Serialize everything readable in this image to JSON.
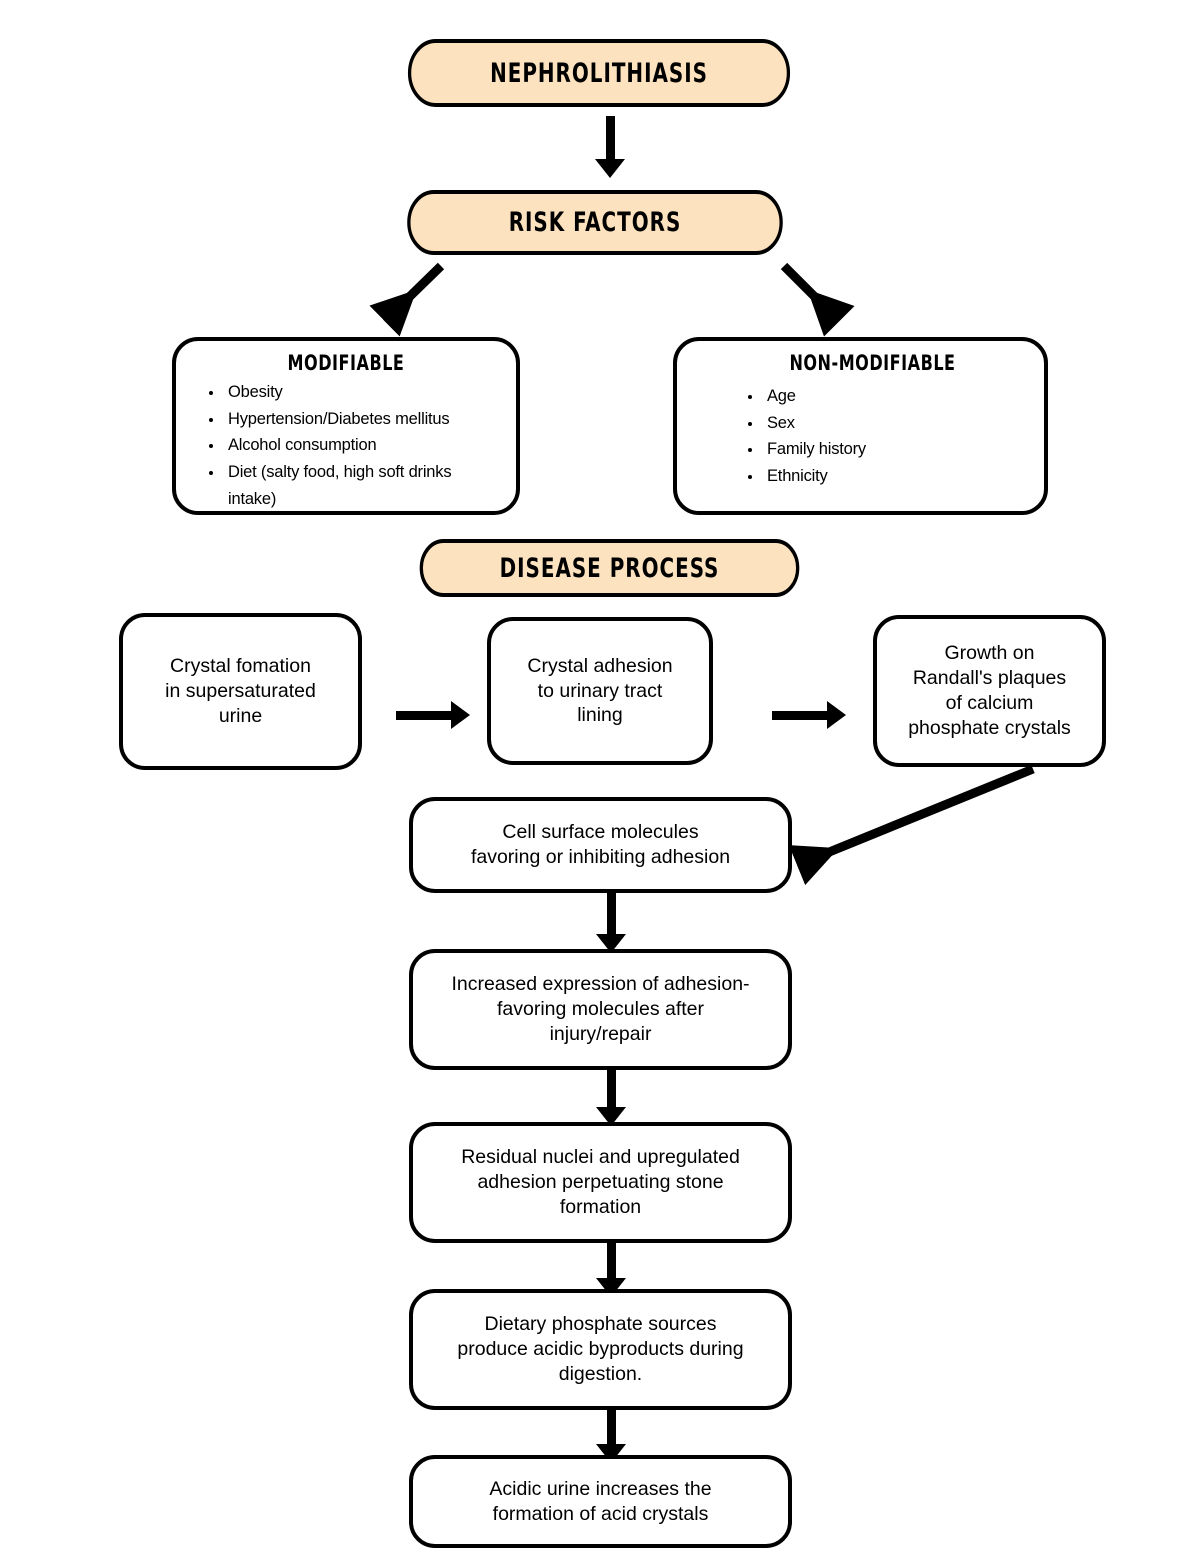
{
  "diagram": {
    "title": "NEPHROLITHIASIS",
    "banners": {
      "root": "NEPHROLITHIASIS",
      "risk_factors": "RISK FACTORS",
      "disease_process": "DISEASE PROCESS"
    },
    "risk_factors": [
      {
        "heading": "MODIFIABLE",
        "items": [
          "Obesity",
          "Hypertension/Diabetes mellitus",
          "Alcohol consumption",
          "Diet (salty food, high soft drinks intake)"
        ]
      },
      {
        "heading": "NON-MODIFIABLE",
        "items": [
          "Age",
          "Sex",
          "Family history",
          "Ethnicity"
        ]
      }
    ],
    "process_row": [
      {
        "line1": "Crystal fomation",
        "line2": "in supersaturated",
        "line3": "urine"
      },
      {
        "line1": "Crystal adhesion",
        "line2": "to urinary tract",
        "line3": "lining"
      },
      {
        "line1": "Growth on",
        "line2": "Randall's plaques",
        "line3": "of calcium",
        "line4": "phosphate crystals"
      }
    ],
    "process_chain": [
      {
        "line1": "Cell surface molecules",
        "line2": "favoring or inhibiting adhesion"
      },
      {
        "line1": "Increased expression of adhesion-",
        "line2": "favoring molecules after",
        "line3": "injury/repair"
      },
      {
        "line1": "Residual nuclei and upregulated",
        "line2": "adhesion perpetuating stone",
        "line3": "formation"
      },
      {
        "line1": "Dietary phosphate sources",
        "line2": "produce acidic byproducts during",
        "line3": "digestion."
      },
      {
        "line1": "Acidic urine increases the",
        "line2": "formation of acid crystals"
      }
    ],
    "colors": {
      "banner_fill": "#FCE2BE",
      "stroke": "#000000",
      "background": "#FFFFFF"
    }
  }
}
